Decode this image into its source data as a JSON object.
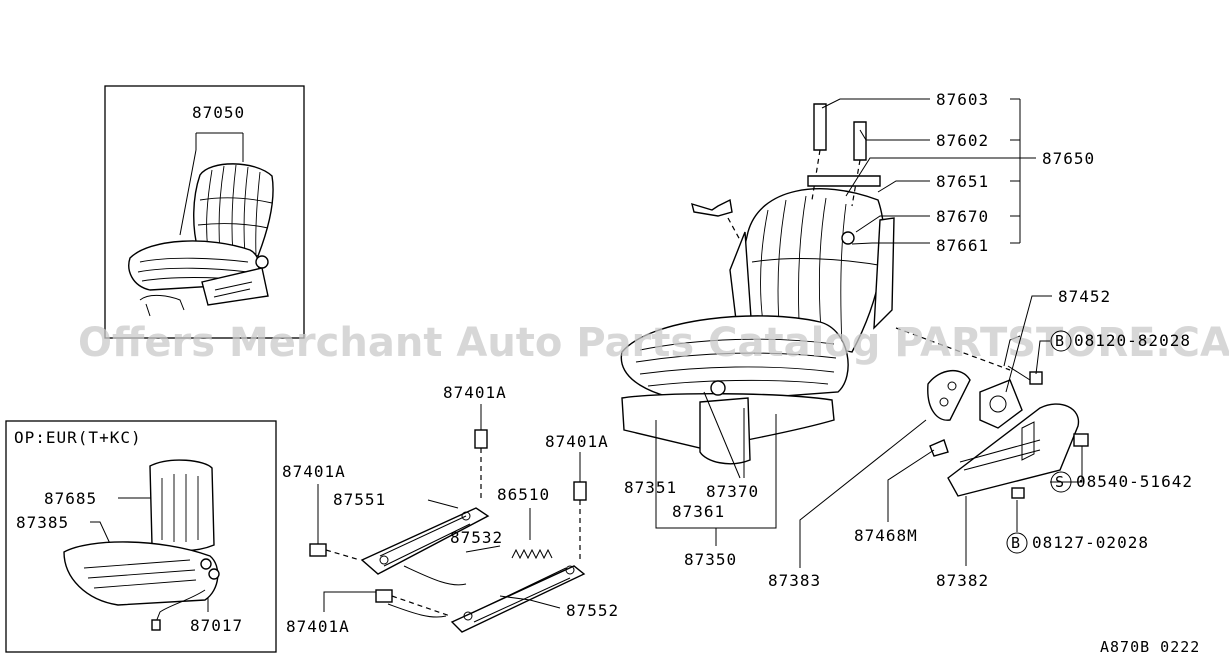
{
  "inset_main": {
    "part": "87050"
  },
  "inset_option": {
    "title": "OP:EUR(T+KC)",
    "parts": [
      "87685",
      "87385",
      "87017"
    ]
  },
  "callouts": {
    "c87603": "87603",
    "c87602": "87602",
    "c87650": "87650",
    "c87651": "87651",
    "c87670": "87670",
    "c87661": "87661",
    "c87452": "87452",
    "c08120": "08120-82028",
    "c08120_symbol": "B",
    "c08540": "08540-51642",
    "c08540_symbol": "S",
    "c08127": "08127-02028",
    "c08127_symbol": "B",
    "c87468M": "87468M",
    "c87382": "87382",
    "c87383": "87383",
    "c87351": "87351",
    "c87370": "87370",
    "c87361": "87361",
    "c87350": "87350",
    "c87401A_1": "87401A",
    "c87401A_2": "87401A",
    "c87401A_3": "87401A",
    "c87401A_4": "87401A",
    "c87551": "87551",
    "c86510": "86510",
    "c87532": "87532",
    "c87552": "87552"
  },
  "watermark": "Offers Merchant Auto Parts Catalog PARTSTORE.CA",
  "figure_code": "A870B 0222"
}
